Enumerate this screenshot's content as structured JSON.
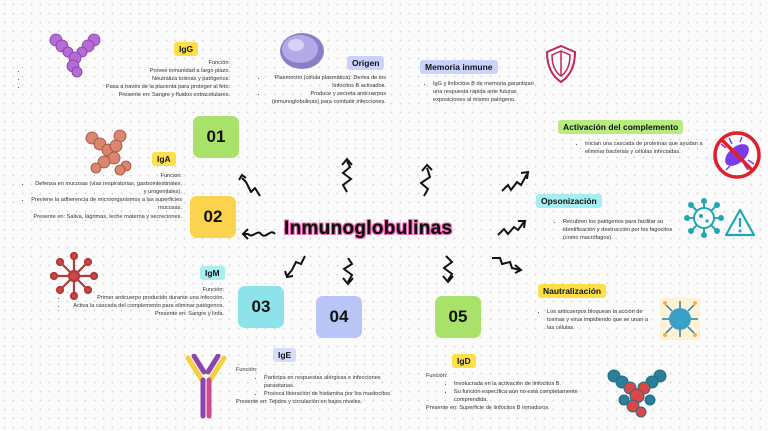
{
  "title": "Inmunoglobulinas",
  "numbers": [
    "01",
    "02",
    "03",
    "04",
    "05"
  ],
  "igg": {
    "tag": "IgG",
    "heading": "Función:",
    "items": [
      "Provee inmunidad a largo plazo.",
      "Neutraliza toxinas y patógenos.",
      "Pasa a través de la placenta para proteger al feto."
    ],
    "footer": "Presente en: Sangre y fluidos extracelulares."
  },
  "origen": {
    "tag": "Origen",
    "items": [
      "Plasmocito (célula plasmática): Deriva de los linfocitos B activados.",
      "Produce y secreta anticuerpos (inmunoglobulinas) para combatir infecciones."
    ]
  },
  "memoria": {
    "tag": "Memoria inmune",
    "items": [
      "IgG y linfocitos B de memoria garantizan una respuesta rápida ante futuras exposiciones al mismo patógeno."
    ]
  },
  "activacion": {
    "tag": "Activación del complemento",
    "items": [
      "Inician una cascada de proteínas que ayudan a eliminar bacterias y células infectadas."
    ]
  },
  "iga": {
    "tag": "IgA",
    "heading": "Funcion:",
    "items": [
      "Defensa en mucosas (vías respiratorias, gastrointestinales, y urogenitales).",
      "Previene la adherencia de microorganismos a las superficies mucosas."
    ],
    "footer": "Presente en:  Saliva, lágrimas, leche materna y secreciones."
  },
  "opsonizacion": {
    "tag": "Opsonización",
    "items": [
      "Recubren los patógenos para facilitar su identificación y destrucción por los fagocitos (como macrófagos)."
    ]
  },
  "igm": {
    "tag": "IgM",
    "heading": "Función:",
    "items": [
      "Primer anticuerpo producido durante una infección.",
      "Activa la cascada del complemento para eliminar patógenos."
    ],
    "footer": "Presente en:  Sangre y linfa."
  },
  "neutralizacion": {
    "tag": "Nautralización",
    "items": [
      "Los anticuerpos bloquean la acción de toxinas y virus impidiendo que se unan a las células."
    ]
  },
  "ige": {
    "tag": "IgE",
    "heading": "Función:",
    "items": [
      "Participa en respuestas alérgicas e infecciones parasitarias.",
      "Provoca liberación de histamina por los mastocitos."
    ],
    "footer": "Presente en: Tejidos y circulación en bajos niveles."
  },
  "igd": {
    "tag": "IgD",
    "heading": "Función:",
    "items": [
      "Involucrada en la activación de linfocitos B.",
      "Su función específica aún no está completamente comprendida."
    ],
    "footer": "Presente en: Superficie de linfocitos B inmaduros."
  },
  "colors": {
    "green": "#a9e26a",
    "yellow": "#fcd34d",
    "cyan": "#8ee3ea",
    "lavender": "#b9c4f7",
    "tag_green": "#b8ec7e",
    "tag_yellow": "#fde047",
    "tag_cyan": "#a5eef2",
    "tag_blue": "#c9d3fb",
    "tag_lilac": "#d7dcfb",
    "accent_pink": "#f06bb3"
  },
  "icons": [
    "igg-antibody-icon",
    "iga-antibody-icon",
    "igm-antibody-icon",
    "ige-antibody-icon",
    "igd-antibody-icon",
    "plasma-cell-icon",
    "shield-icon",
    "no-virus-icon",
    "virus-icon",
    "warning-icon",
    "neutralization-icon"
  ]
}
